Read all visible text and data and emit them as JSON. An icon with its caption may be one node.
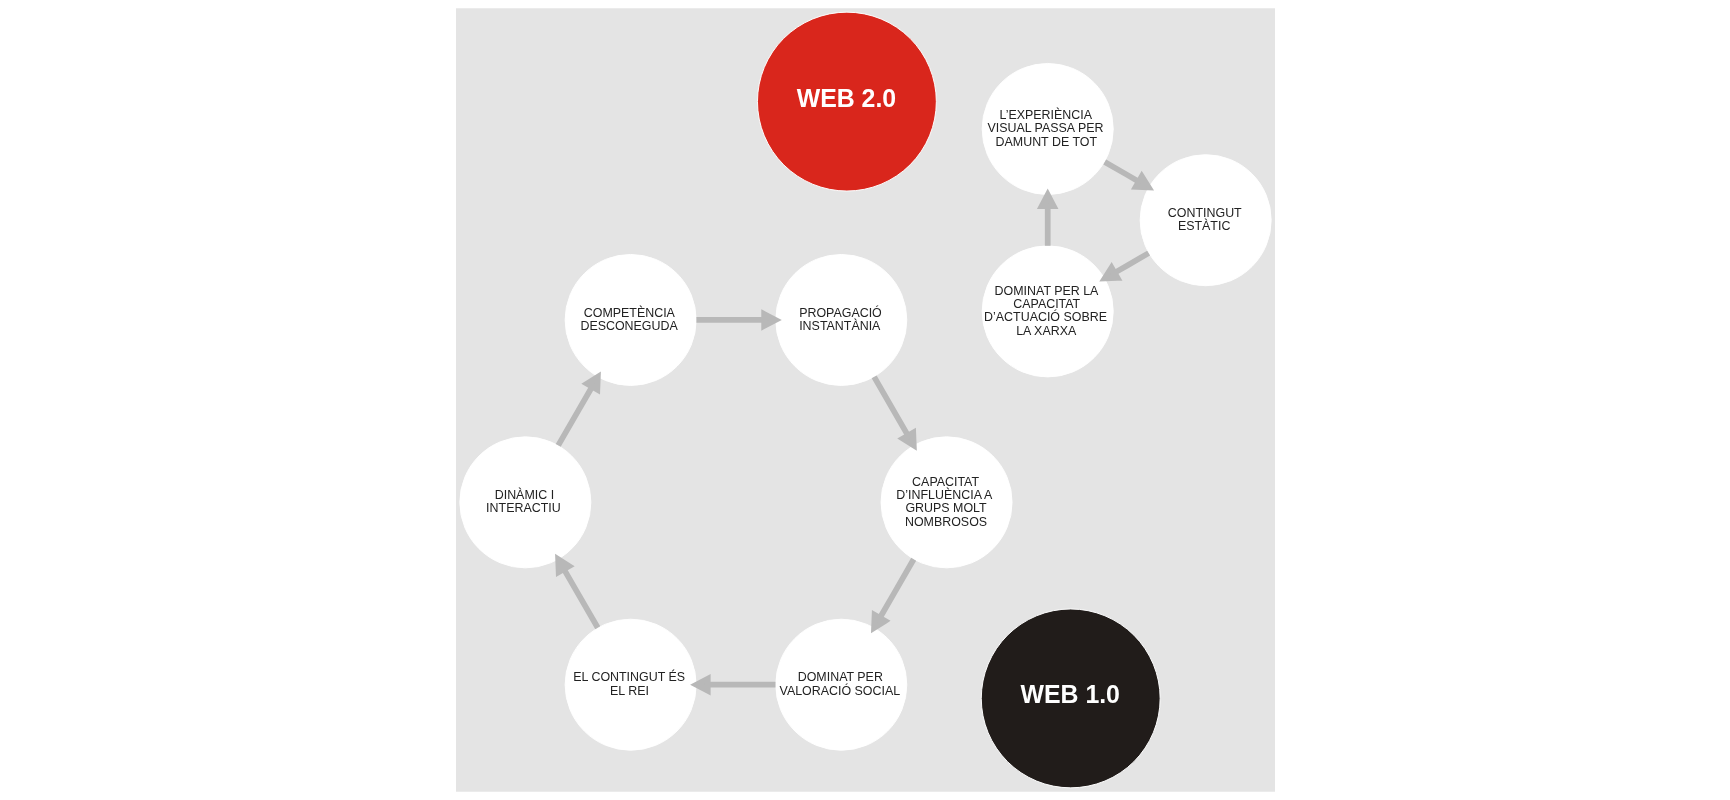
{
  "diagram": {
    "nodes": [
      {
        "text": [
          "WEB 1.0"
        ]
      },
      {
        "text": [
          "DOMINAT PER LA CAPACITAT D’ACTUACIÓ SOBRE LA XARXA"
        ]
      },
      {
        "text": [
          "L’EXPERIÈNCIA VISUAL PASSA PER DAMUNT DE TOT"
        ]
      },
      {
        "text": [
          "CONTINGUT ESTÀTIC"
        ]
      },
      {
        "text": [
          "WEB 2.0"
        ]
      },
      {
        "text": [
          "DOMINAT PER VALORACIÓ SOCIAL"
        ]
      },
      {
        "text": [
          "EL CONTINGUT ÉS EL REI"
        ]
      },
      {
        "text": [
          "DINÀMIC I INTERACTIU"
        ]
      },
      {
        "text": [
          "COMPETÈNCIA DESCONEGUDA"
        ]
      },
      {
        "text": [
          "PROPAGACIÓ INSTANTÀNIA"
        ]
      },
      {
        "text": [
          "CAPACITAT D’INFLUÈNCIA A GRUPS MOLT NOMBROSOS"
        ]
      }
    ],
    "edges": [
      {
        "from": 1,
        "to": 2,
        "arrow": "to"
      },
      {
        "from": 2,
        "to": 3,
        "arrow": "to"
      },
      {
        "from": 3,
        "to": 1,
        "arrow": "to"
      },
      {
        "from": 5,
        "to": 6,
        "arrow": "to"
      },
      {
        "from": 6,
        "to": 7,
        "arrow": "to"
      },
      {
        "from": 7,
        "to": 8,
        "arrow": "to"
      },
      {
        "from": 8,
        "to": 9,
        "arrow": "to"
      },
      {
        "from": 9,
        "to": 10,
        "arrow": "to"
      },
      {
        "from": 10,
        "to": 5,
        "arrow": "to"
      }
    ]
  }
}
